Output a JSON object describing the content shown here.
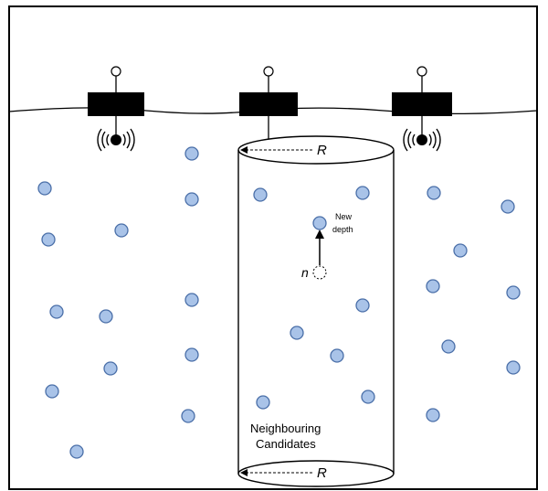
{
  "diagram": {
    "labels": {
      "radius_top": "R",
      "radius_bottom": "R",
      "node": "n",
      "new_depth_line1": "New",
      "new_depth_line2": "depth",
      "candidates_line1": "Neighbouring",
      "candidates_line2": "Candidates"
    },
    "colors": {
      "node_fill": "#a9c3e8",
      "node_stroke": "#4a6fa8",
      "buoy": "#000000",
      "line": "#000000"
    },
    "icons": [
      "buoy-icon",
      "antenna-icon",
      "acoustic-signal-icon"
    ]
  }
}
